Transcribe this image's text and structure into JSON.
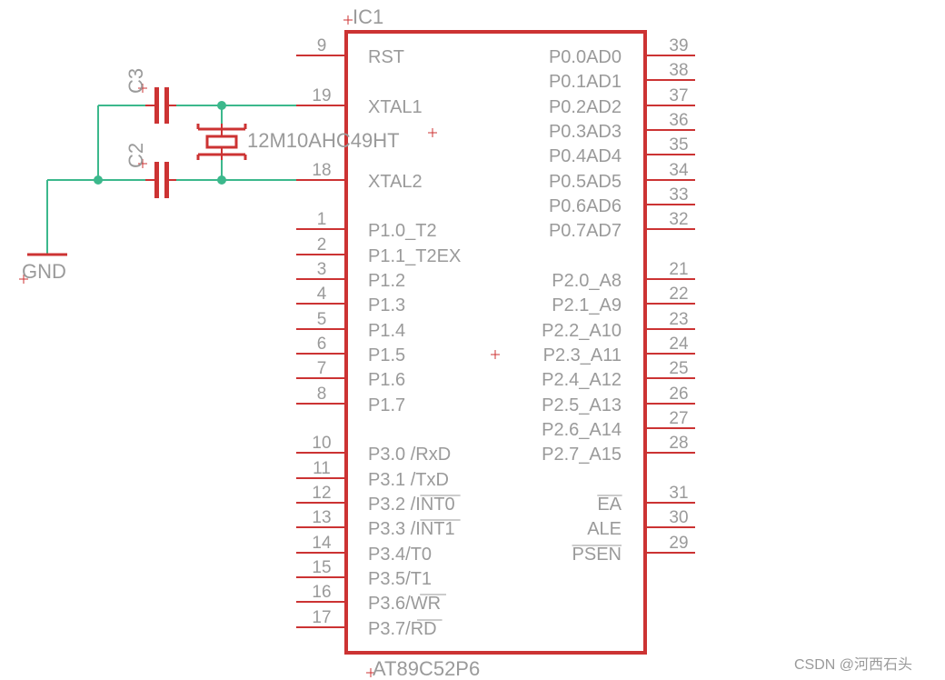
{
  "ic": {
    "ref": "IC1",
    "part": "AT89C52P6",
    "left_pins": [
      {
        "num": "9",
        "name": "RST"
      },
      {
        "num": "19",
        "name": "XTAL1"
      },
      {
        "num": "18",
        "name": "XTAL2"
      },
      {
        "num": "1",
        "name": "P1.0_T2"
      },
      {
        "num": "2",
        "name": "P1.1_T2EX"
      },
      {
        "num": "3",
        "name": "P1.2"
      },
      {
        "num": "4",
        "name": "P1.3"
      },
      {
        "num": "5",
        "name": "P1.4"
      },
      {
        "num": "6",
        "name": "P1.5"
      },
      {
        "num": "7",
        "name": "P1.6"
      },
      {
        "num": "8",
        "name": "P1.7"
      },
      {
        "num": "10",
        "name": "P3.0_/RxD"
      },
      {
        "num": "11",
        "name": "P3.1_/TxD"
      },
      {
        "num": "12",
        "name": "P3.2_/INT0"
      },
      {
        "num": "13",
        "name": "P3.3_/INT1"
      },
      {
        "num": "14",
        "name": "P3.4/T0"
      },
      {
        "num": "15",
        "name": "P3.5/T1"
      },
      {
        "num": "16",
        "name": "P3.6/WR"
      },
      {
        "num": "17",
        "name": "P3.7/RD"
      }
    ],
    "right_pins": [
      {
        "num": "39",
        "name": "P0.0AD0"
      },
      {
        "num": "38",
        "name": "P0.1AD1"
      },
      {
        "num": "37",
        "name": "P0.2AD2"
      },
      {
        "num": "36",
        "name": "P0.3AD3"
      },
      {
        "num": "35",
        "name": "P0.4AD4"
      },
      {
        "num": "34",
        "name": "P0.5AD5"
      },
      {
        "num": "33",
        "name": "P0.6AD6"
      },
      {
        "num": "32",
        "name": "P0.7AD7"
      },
      {
        "num": "21",
        "name": "P2.0_A8"
      },
      {
        "num": "22",
        "name": "P2.1_A9"
      },
      {
        "num": "23",
        "name": "P2.2_A10"
      },
      {
        "num": "24",
        "name": "P2.3_A11"
      },
      {
        "num": "25",
        "name": "P2.4_A12"
      },
      {
        "num": "26",
        "name": "P2.5_A13"
      },
      {
        "num": "27",
        "name": "P2.6_A14"
      },
      {
        "num": "28",
        "name": "P2.7_A15"
      },
      {
        "num": "31",
        "name": "EA"
      },
      {
        "num": "30",
        "name": "ALE"
      },
      {
        "num": "29",
        "name": "PSEN"
      }
    ]
  },
  "components": {
    "c3": "C3",
    "c2": "C2",
    "crystal": "12M10AHC49HT",
    "gnd": "GND"
  },
  "watermark": "CSDN @河西石头",
  "colors": {
    "part_outline": "#cc3333",
    "wire": "#3cb88c",
    "text": "#9a9a9a"
  }
}
